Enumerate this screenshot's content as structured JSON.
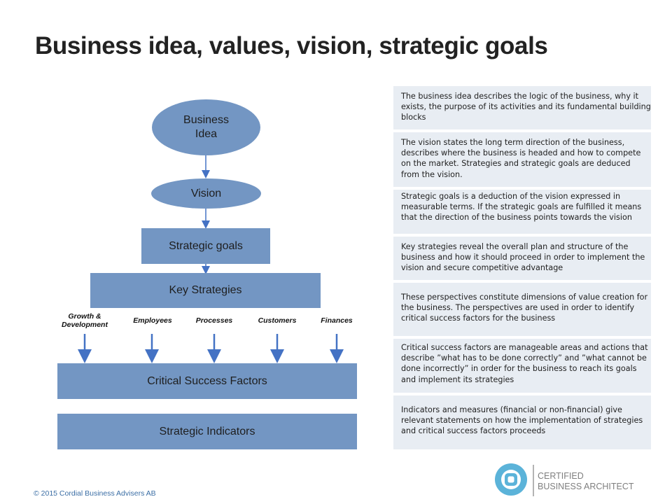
{
  "title": "Business idea, values, vision, strategic goals",
  "diagram": {
    "business_idea": "Business Idea",
    "vision": "Vision",
    "strategic_goals": "Strategic goals",
    "key_strategies": "Key Strategies",
    "perspectives": [
      "Growth & Development",
      "Employees",
      "Processes",
      "Customers",
      "Finances"
    ],
    "critical_success_factors": "Critical Success Factors",
    "strategic_indicators": "Strategic Indicators",
    "box_color": "#7396c3",
    "arrow_color": "#4472c4"
  },
  "descriptions": [
    "The business idea describes the logic of the business, why it exists, the purpose of its activities and its fundamental building blocks",
    "The vision states the long term direction of the business, describes where the business is headed and how to compete on the market. Strategies and strategic goals are deduced from the vision.",
    "Strategic goals is a deduction of the vision expressed in measurable terms. If the strategic goals are fulfilled it means that the direction of the business points towards the vision",
    "Key strategies reveal the overall plan and structure of the business and how it should proceed in order to implement the vision and secure competitive advantage",
    "These perspectives constitute dimensions of value creation for the business. The perspectives are used in order to identify critical success factors for the business",
    "Critical success factors are manageable areas and actions that describe ”what has to be done correctly” and ”what cannot be done incorrectly” in order for the business to reach its goals and implement its strategies",
    "Indicators and measures (financial or non-financial) give relevant statements on how the implementation of strategies and critical success factors proceeds"
  ],
  "footer": {
    "copyright": "© 2015 Cordial Business Advisers AB",
    "logo_line1": "CERTIFIED",
    "logo_line2": "BUSINESS ARCHITECT",
    "logo_color": "#5bb3d9"
  }
}
